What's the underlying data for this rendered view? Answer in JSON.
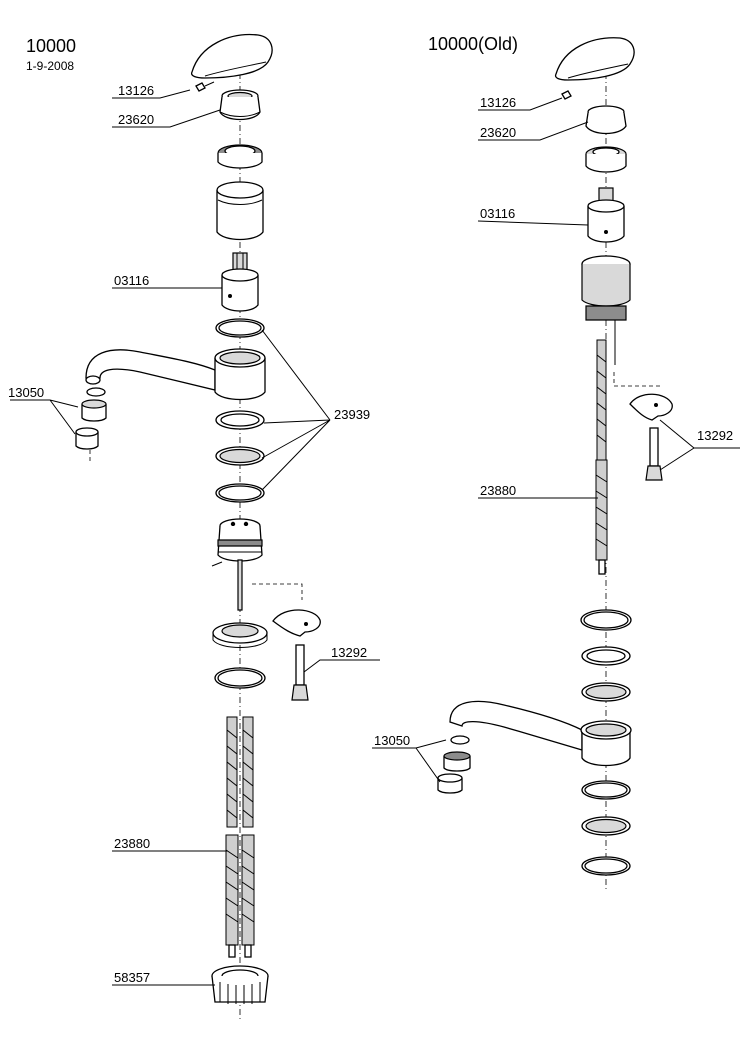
{
  "left": {
    "title": "10000",
    "date": "1-9-2008",
    "labels": {
      "p13126": "13126",
      "p23620": "23620",
      "p03116": "03116",
      "p13050": "13050",
      "p23939": "23939",
      "p13292": "13292",
      "p23880": "23880",
      "p58357": "58357"
    }
  },
  "right": {
    "title": "10000(Old)",
    "labels": {
      "p13126": "13126",
      "p23620": "23620",
      "p03116": "03116",
      "p13292": "13292",
      "p23880": "23880",
      "p13050": "13050"
    }
  }
}
